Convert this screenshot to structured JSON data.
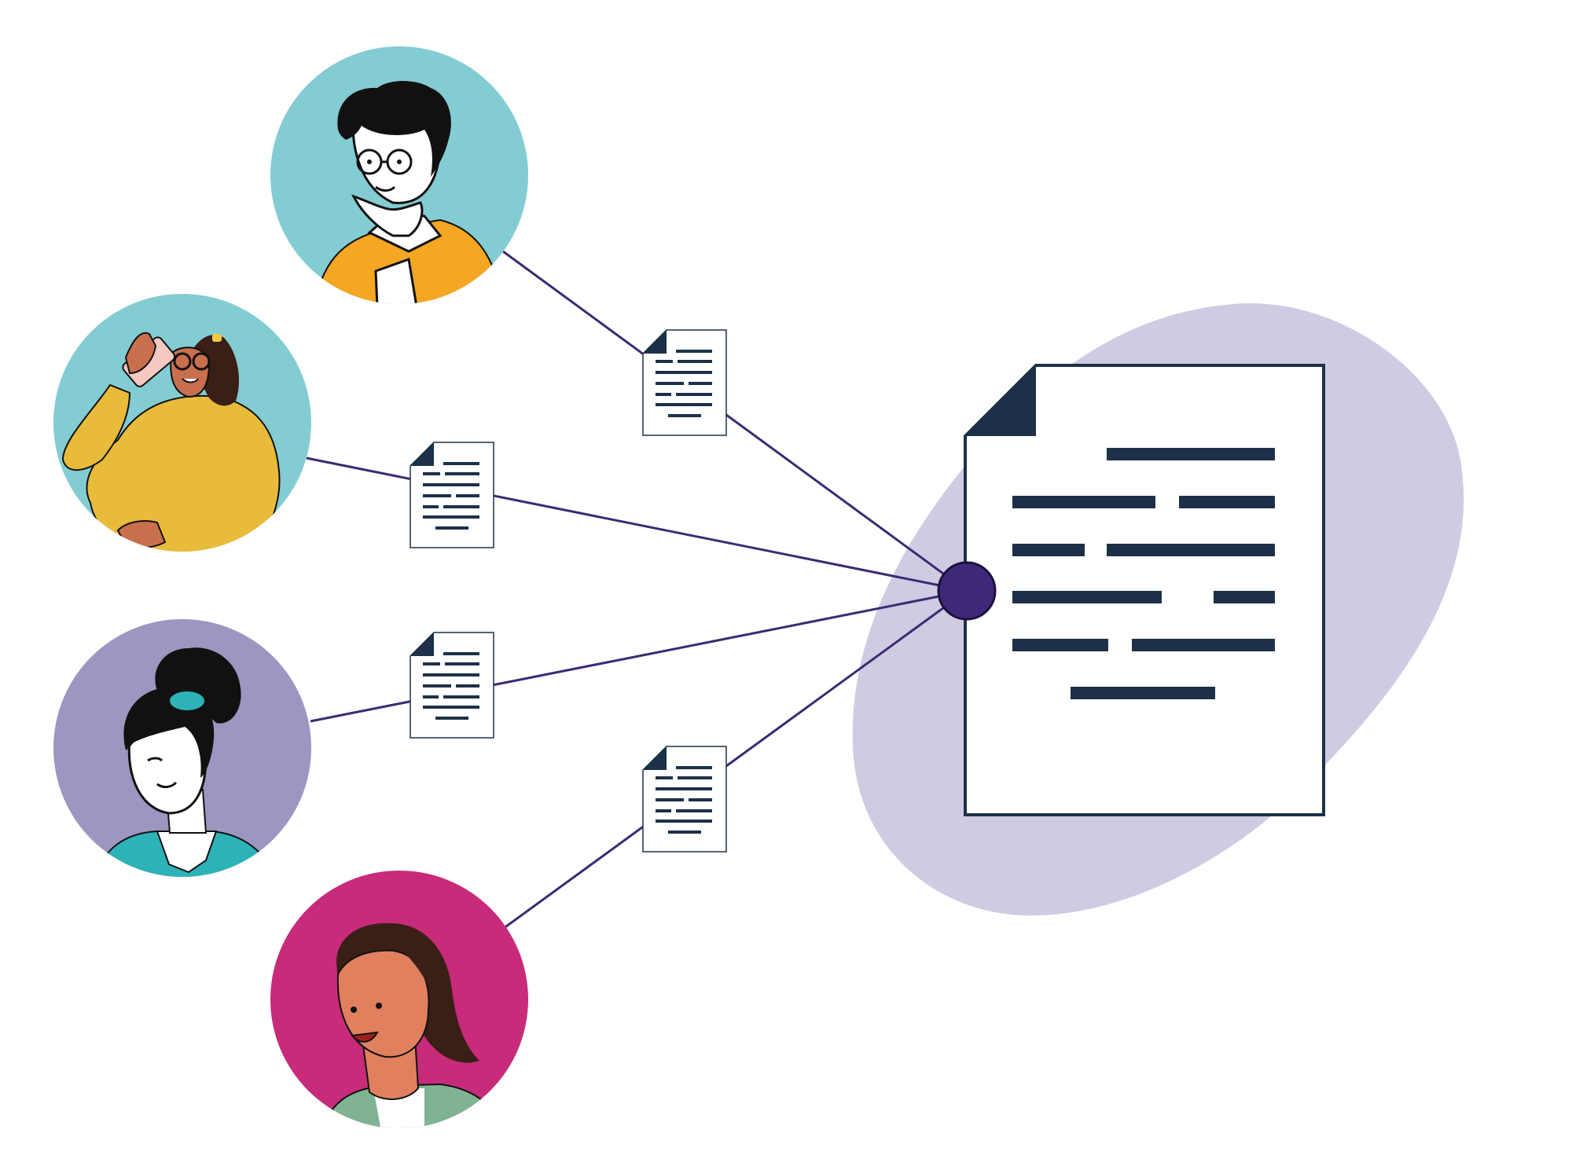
{
  "colors": {
    "background": "#ffffff",
    "connector_line": "#3d2a73",
    "hub_node": "#3e2878",
    "blob": "#cfcbe2",
    "document_outline": "#1c3147",
    "document_text_lines": "#1c3147",
    "avatar_1_bg": "#83ccd2",
    "avatar_2_bg": "#83ccd2",
    "avatar_3_bg": "#9d96c0",
    "avatar_4_bg": "#c72b7a"
  },
  "people": [
    {
      "name": "person-thinking-glasses",
      "shirt": "#f5a623",
      "icon": "thinking-man-icon"
    },
    {
      "name": "person-on-phone",
      "shirt": "#e8bb3a",
      "icon": "woman-phone-icon"
    },
    {
      "name": "person-hair-bun",
      "shirt": "#2db3b7",
      "icon": "woman-bun-icon"
    },
    {
      "name": "person-smiling",
      "shirt": "#7fb393",
      "icon": "woman-smiling-icon"
    }
  ],
  "icons": {
    "small_document": "document-icon",
    "merged_document": "merged-document-icon",
    "hub": "hub-node-icon"
  }
}
